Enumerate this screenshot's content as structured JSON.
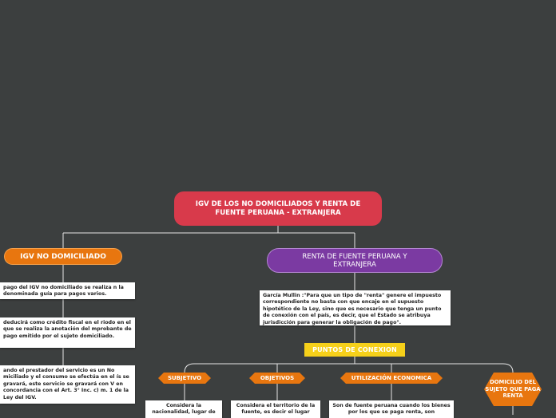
{
  "root": {
    "title": "IGV DE LOS NO DOMICILIADOS Y RENTA DE FUENTE PERUANA - EXTRANJERA"
  },
  "igv_branch": {
    "label": "IGV NO DOMICILIADO",
    "notes": [
      "pago del IGV no domiciliado se realiza n la denominada guía para pagos varios.",
      "deducirá como crédito fiscal en el riodo en el que se realiza la anotación del mprobante de pago emitido por el sujeto domiciliado.",
      "ando el prestador del servicio es un No miciliado y el consumo se efectúa en el ís se gravará, este servicio se gravará con V en concordancia con el Art. 3° Inc. c) m. 1 de la Ley del IGV."
    ]
  },
  "renta_branch": {
    "label": "RENTA DE FUENTE PERUANA Y EXTRANJERA",
    "quote": "García Mullin :\"Para que un tipo de \"renta\" genere el impuesto correspondiente no basta con que encaje en el supuesto hipotético de la Ley, sino que es necesario que tenga un punto de conexión con el país, es decir, que el Estado se atribuya jurisdicción para generar la obligación de pago\".",
    "puntos": {
      "label": "PUNTOS DE CONEXION",
      "children": [
        {
          "label": "SUBJETIVO",
          "detail": "Considera la nacionalidad, lugar de"
        },
        {
          "label": "OBJETIVOS",
          "detail": "Considera el territorio de la fuente, es decir el lugar"
        },
        {
          "label": "UTILIZACIÓN ECONOMICA",
          "detail": "Son de fuente peruana cuando los bienes por los que se paga renta, son"
        },
        {
          "label": "DOMICILIO DEL SUJETO QUE PAGA RENTA",
          "detail": ""
        }
      ]
    }
  },
  "colors": {
    "background": "#3c3f3f",
    "root": "#d83a4b",
    "orange": "#e8760f",
    "purple": "#7b3aa2",
    "yellow": "#f6d01a",
    "connector": "#e6e6e6"
  }
}
